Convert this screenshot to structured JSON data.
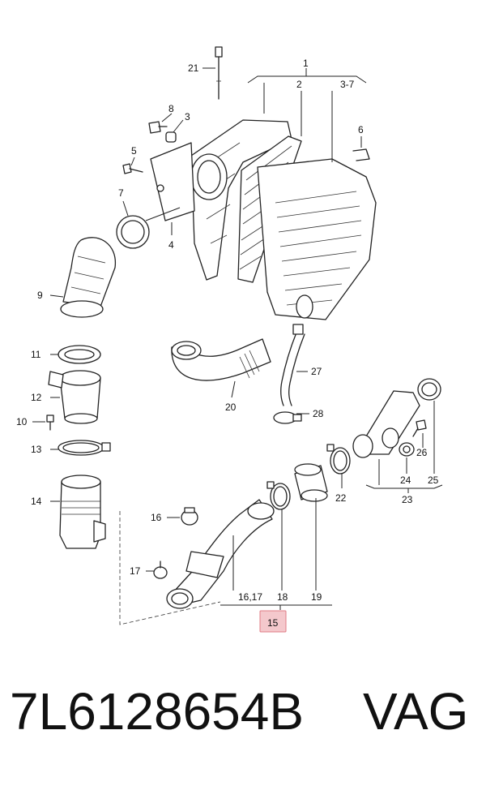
{
  "callouts": {
    "c1": "1",
    "c2": "2",
    "c3_7": "3-7",
    "c3": "3",
    "c4": "4",
    "c5": "5",
    "c6": "6",
    "c7": "7",
    "c8": "8",
    "c9": "9",
    "c10": "10",
    "c11": "11",
    "c12": "12",
    "c13": "13",
    "c14": "14",
    "c15": "15",
    "c16": "16",
    "c16_17": "16,17",
    "c17": "17",
    "c18": "18",
    "c19": "19",
    "c20": "20",
    "c21": "21",
    "c22": "22",
    "c23": "23",
    "c24": "24",
    "c25": "25",
    "c26": "26",
    "c27": "27",
    "c28": "28"
  },
  "highlight_color": "#f4c8cc",
  "footer": {
    "part_number": "7L6128654B",
    "brand": "VAG"
  }
}
